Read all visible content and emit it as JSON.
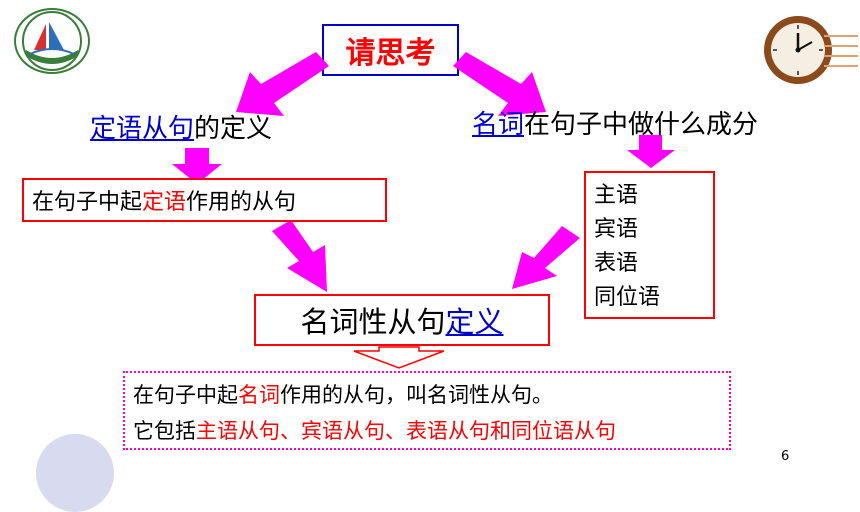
{
  "header": {
    "title": "请思考"
  },
  "left_branch": {
    "heading_prefix": "定语从句",
    "heading_suffix": "的定义",
    "definition_part1": "在句子中起",
    "definition_highlight": "定语",
    "definition_part2": "作用的从句"
  },
  "right_branch": {
    "heading_prefix": "名词",
    "heading_suffix": "在句子中做什么成分",
    "roles": [
      "主语",
      "宾语",
      "表语",
      "同位语"
    ]
  },
  "center": {
    "title_prefix": "名词性从句",
    "title_suffix": "定义"
  },
  "conclusion": {
    "line1_part1": "在句子中起",
    "line1_highlight": "名词",
    "line1_part2": "作用的从句，叫名词性从句。",
    "line2_part1": "它包括",
    "line2_highlight": "主语从句、宾语从句、表语从句和同位语从句"
  },
  "footer": {
    "page_number": "6"
  },
  "colors": {
    "accent_red": "#ff0000",
    "accent_blue": "#0000cc",
    "arrow_magenta": "#ff00ff",
    "dotted_border": "#ff00cc"
  },
  "icons": [
    "school-logo-icon",
    "clock-icon"
  ]
}
